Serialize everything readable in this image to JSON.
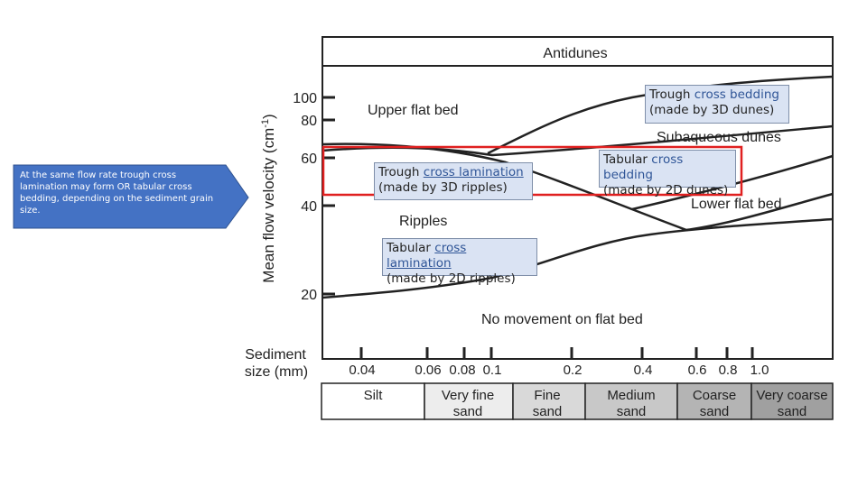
{
  "callout": {
    "text": "At the same flow rate trough cross lamination may form OR tabular cross bedding, depending on the sediment grain size."
  },
  "axes": {
    "ylabel": "Mean flow velocity (cm",
    "ylabel_exp": "-1",
    "ylabel_close": ")",
    "y_ticks": [
      "100",
      "80",
      "60",
      "40",
      "20"
    ],
    "xlabel_line1": "Sediment",
    "xlabel_line2": "size (mm)",
    "x_ticks": [
      "0.04",
      "0.06",
      "0.08",
      "0.1",
      "0.2",
      "0.4",
      "0.6",
      "0.8",
      "1.0"
    ]
  },
  "regions": {
    "antidunes": "Antidunes",
    "upper_flat_bed": "Upper flat bed",
    "subaqueous_dunes": "Subaqueous dunes",
    "lower_flat_bed": "Lower flat bed",
    "ripples": "Ripples",
    "no_movement": "No movement on flat bed"
  },
  "grain_classes": [
    {
      "line1": "Silt",
      "line2": "",
      "color": "#ffffff"
    },
    {
      "line1": "Very fine",
      "line2": "sand",
      "color": "#ededed"
    },
    {
      "line1": "Fine",
      "line2": "sand",
      "color": "#d9d9d9"
    },
    {
      "line1": "Medium",
      "line2": "sand",
      "color": "#c8c8c8"
    },
    {
      "line1": "Coarse",
      "line2": "sand",
      "color": "#b4b4b4"
    },
    {
      "line1": "Very coarse",
      "line2": "sand",
      "color": "#a0a0a0"
    }
  ],
  "notes": {
    "trough_ripples": {
      "w1": "Trough",
      "w2": "cross lamination",
      "w3": "(made by 3D ripples)"
    },
    "tabular_ripples": {
      "w1": "Tabular",
      "w2": "cross lamination",
      "w3": "(made by 2D ripples)"
    },
    "trough_dunes": {
      "w1": "Trough",
      "w2": "cross bedding",
      "w3": "(made by 3D dunes)"
    },
    "tabular_dunes": {
      "w1": "Tabular",
      "w2": "cross bedding",
      "w3": "(made by 2D dunes)"
    }
  },
  "colors": {
    "callout_arrow": "#4472c4",
    "highlight_box": "#e02020",
    "note_fill": "#dae3f3"
  }
}
